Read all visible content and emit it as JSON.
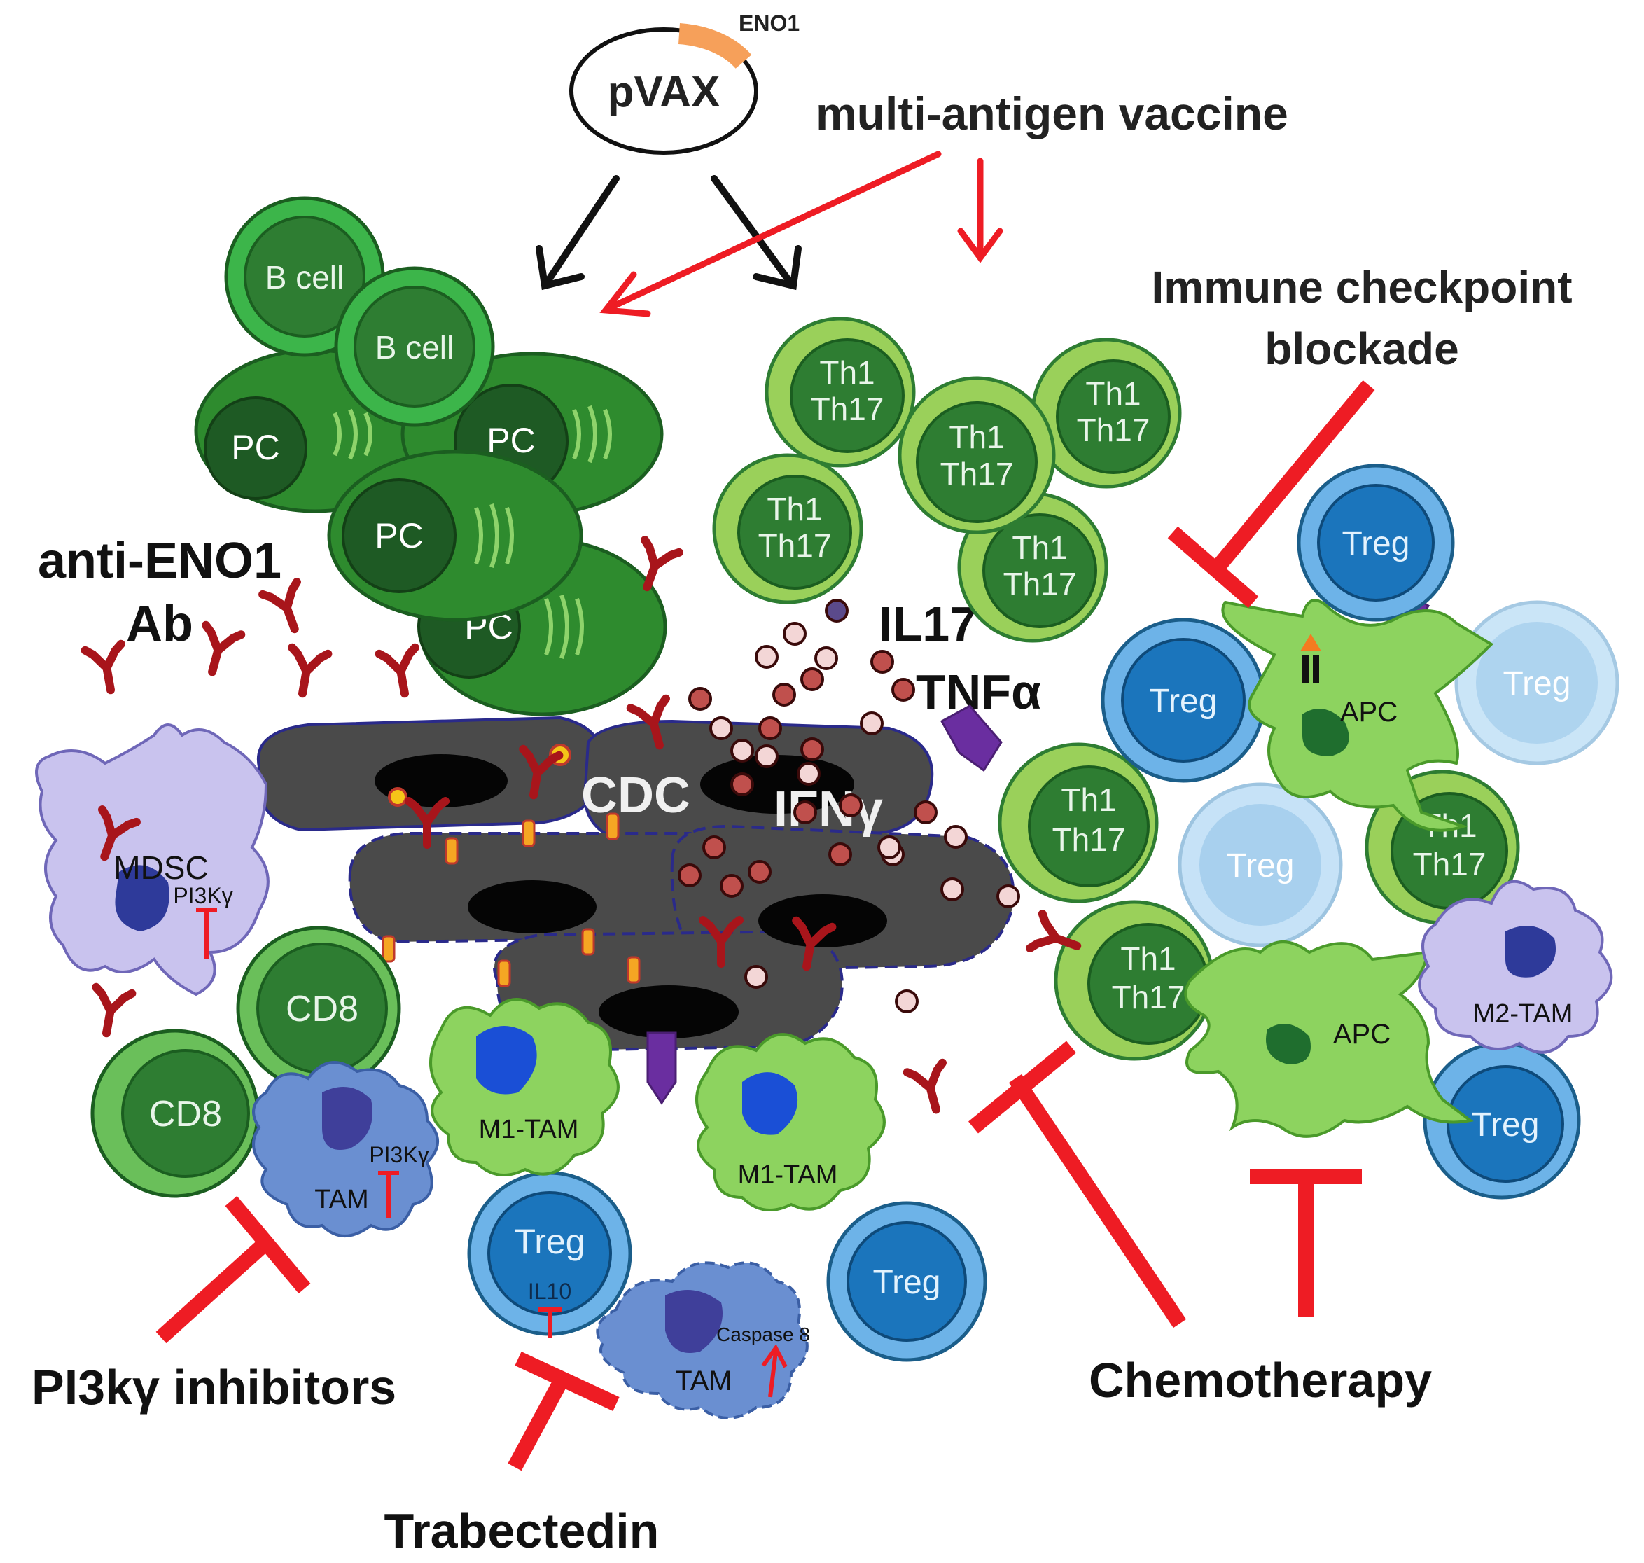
{
  "labels": {
    "plasmid": "pVAX",
    "antigen": "ENO1",
    "vaccine": "multi-antigen vaccine",
    "checkpoint_line1": "Immune checkpoint",
    "checkpoint_line2": "blockade",
    "anti_eno1_line1": "anti-ENO1",
    "anti_eno1_line2": "Ab",
    "il17": "IL17",
    "tnf": "TNFα",
    "cdc": "CDC",
    "ifn": "IFNγ",
    "pi3k_inhib": "PI3kγ inhibitors",
    "trabectedin": "Trabectedin",
    "chemotherapy": "Chemotherapy"
  },
  "cells": {
    "b_cell": "B cell",
    "pc": "PC",
    "th1": "Th1",
    "th17": "Th17",
    "treg": "Treg",
    "apc": "APC",
    "mdsc": "MDSC",
    "pi3kg": "PI3Kγ",
    "cd8": "CD8",
    "tam": "TAM",
    "m1_tam": "M1-TAM",
    "m2_tam": "M2-TAM",
    "il10": "IL10",
    "caspase8": "Caspase 8"
  },
  "colors": {
    "inhibit_red": "#ee1c24",
    "cell_dark_green": "#1f6e2e",
    "cell_light_green": "#8dc63f",
    "treg_blue": "#1b75bc",
    "tumor_grey": "#555555",
    "antibody_red": "#b22222"
  }
}
